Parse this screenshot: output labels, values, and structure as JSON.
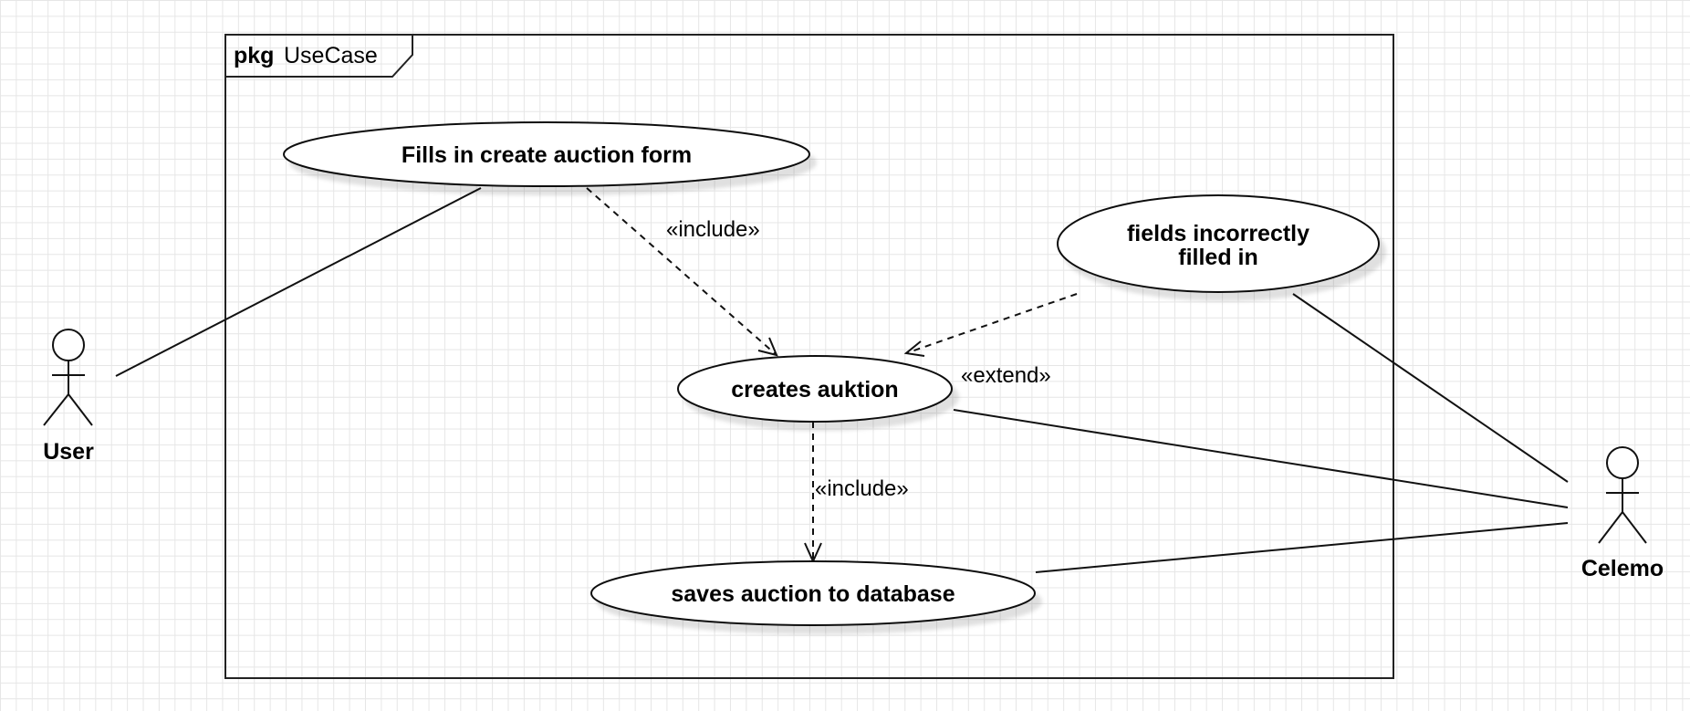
{
  "package": {
    "keyword": "pkg",
    "name": "UseCase"
  },
  "actors": {
    "user": {
      "label": "User"
    },
    "celemo": {
      "label": "Celemo"
    }
  },
  "use_cases": {
    "fill_form": {
      "label": "Fills in create auction form"
    },
    "fields_incorrect": {
      "label_line1": "fields incorrectly",
      "label_line2": "filled in"
    },
    "creates_auktion": {
      "label": "creates auktion"
    },
    "saves_auction": {
      "label": "saves auction to database"
    }
  },
  "relationships": {
    "include_fill_to_create": "«include»",
    "extend_fields_to_create": "«extend»",
    "include_create_to_save": "«include»"
  }
}
